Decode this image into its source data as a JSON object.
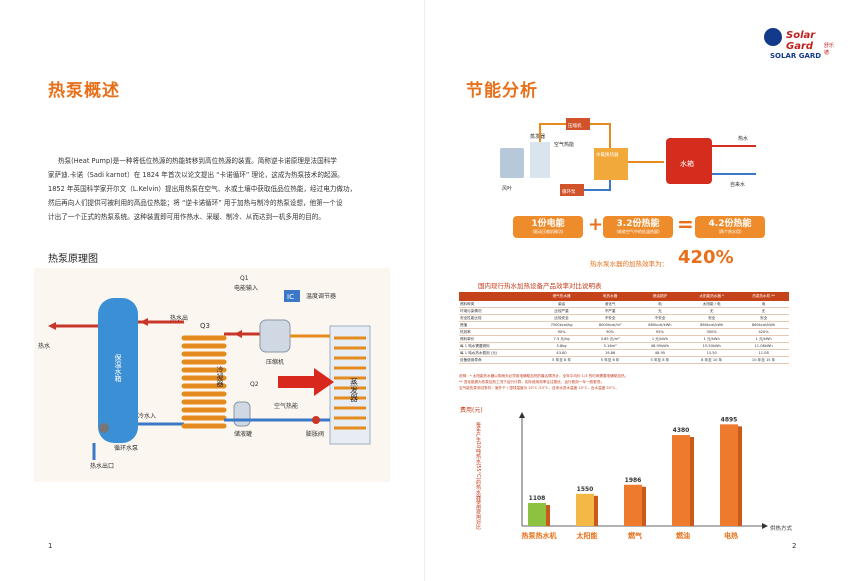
{
  "left_page": {
    "title": "热泵概述",
    "paragraph_lines": [
      "热泵(Heat Pump)是一种将低位热源的热能转移到高位热源的装置。简称逆卡诺原理是法国科学",
      "家萨迪.卡诺（Sadi karnot）在 1824 年首次以论文提出 “卡诺循环” 理论，这成为热泵技术的起源。",
      "1852 年英国科学家开尔文（L.Kelvin）提出用热泵在空气、水或土壤中获取低品位热能，经过电力做功，",
      "然后再向人们提供可被利用的高品位热能；将 “逆卡诺循环” 用于加热与制冷的热泵设想，他第一个设",
      "计出了一个正式的热泵系统。这种装置即可用作热水、采暖、制冷、从而达到一机多用的目的。"
    ],
    "diagram_title": "热泵原理图",
    "diagram_labels": {
      "q1": "Q1",
      "q1_sub": "电能输入",
      "ic": "IC",
      "temp_regulator": "温度调节器",
      "q3": "Q3",
      "hot_water_out": "热水出",
      "tank": "保温水箱",
      "condenser": "冷凝器",
      "compressor": "压缩机",
      "q2": "Q2",
      "air_heat": "空气热能",
      "evaporator": "蒸发器",
      "storage_tank": "储液罐",
      "expansion_valve": "膨胀阀",
      "cold_water_in": "冷水入",
      "circ_pump": "循环水泵",
      "hot_water": "热水",
      "hot_water_outlet": "热水出口"
    },
    "page_number": "1"
  },
  "right_page": {
    "title": "节能分析",
    "logo_word": "Solar Gard",
    "logo_cn": "舒乐德",
    "logo_tag": "SOLAR GARD",
    "flow_labels": {
      "valve_top": "压缩机",
      "air": "空气热能",
      "heat_exchanger": "水氟换热器",
      "tank": "水箱",
      "hot_water": "热水",
      "tap_water": "自来水",
      "pump": "循环泵",
      "fan": "风叶",
      "evaporator": "蒸发器"
    },
    "equation": {
      "a": "1份电能",
      "a_sub": "(驱动压缩机做功)",
      "b": "3.2份热能",
      "b_sub": "(吸收空气中的低温热量)",
      "c": "4.2份热能",
      "c_sub": "(两个热水用)",
      "plus": "+",
      "equals": "="
    },
    "efficiency_label": "热水泵水器的加热效率为：",
    "efficiency_value": "420%",
    "table_title": "国内现行热水加热设备产品效率对比说明表",
    "table_headers": [
      "",
      "燃气热水器",
      "电热水器",
      "燃油锅炉",
      "太阳能热水器 *",
      "热泵热水机 **"
    ],
    "table_rows": [
      [
        "燃料种类",
        "柴油",
        "液化气",
        "电",
        "太阳能 / 电",
        "电"
      ],
      [
        "环境污染情况",
        "比较严重",
        "不严重",
        "无",
        "无",
        "无"
      ],
      [
        "安全性能比较",
        "比较安全",
        "不安全",
        "不安全",
        "安全",
        "安全"
      ],
      [
        "燃值",
        "7500kcal/kg",
        "8000kcal/m³",
        "860kcal/kWh",
        "860kcal/kWh",
        "860kcal/kWh"
      ],
      [
        "热效率",
        "90%",
        "90%",
        "95%",
        "300%",
        "420%"
      ],
      [
        "燃料单价",
        "7.5 元/kg",
        "3.85 元/m³",
        "1 元/kWh",
        "1 元/kWh",
        "1 元/kWh"
      ],
      [
        "每 1 吨水需要燃料",
        "5.8kg",
        "5.16m³",
        "48.95kWh",
        "15.50kWh",
        "11.08kWh"
      ],
      [
        "每 1 吨水热水费用 (元)",
        "43.80",
        "19.86",
        "48.95",
        "15.50",
        "11.08"
      ],
      [
        "设备使用寿命",
        "5 年至 8 年",
        "5 年至 8 年",
        "5 年至 8 年",
        "8 年至 10 年",
        "10 年至 15 年"
      ]
    ],
    "notes": [
      "说明：* 太阳能热水器以阴雨天必须用电辅助加热的最劣情况计，全年平均约 1/3 的时间需要电辅助加热；",
      "** 进化能源为热泵加热工况下运行计算，实际使用效率往往更优，运行费用一年一般更低；",
      "空气能热泵测试条件：室外干 / 湿球温度为 20°C /15°C，自来水进水温度 15°C，出水温度 55°C。"
    ],
    "chart_data": {
      "type": "bar",
      "categories": [
        "热泵热水机",
        "太阳能",
        "燃气",
        "燃油",
        "电热"
      ],
      "values": [
        1108,
        1550,
        1986,
        4380,
        4895
      ],
      "ylabel": "费用(元)",
      "ylabel_note": "每年产生10吨热水(55°C)的热水器使用费用对比",
      "xlabel": "供热方式",
      "ylim": [
        0,
        5200
      ]
    },
    "page_number": "2"
  }
}
